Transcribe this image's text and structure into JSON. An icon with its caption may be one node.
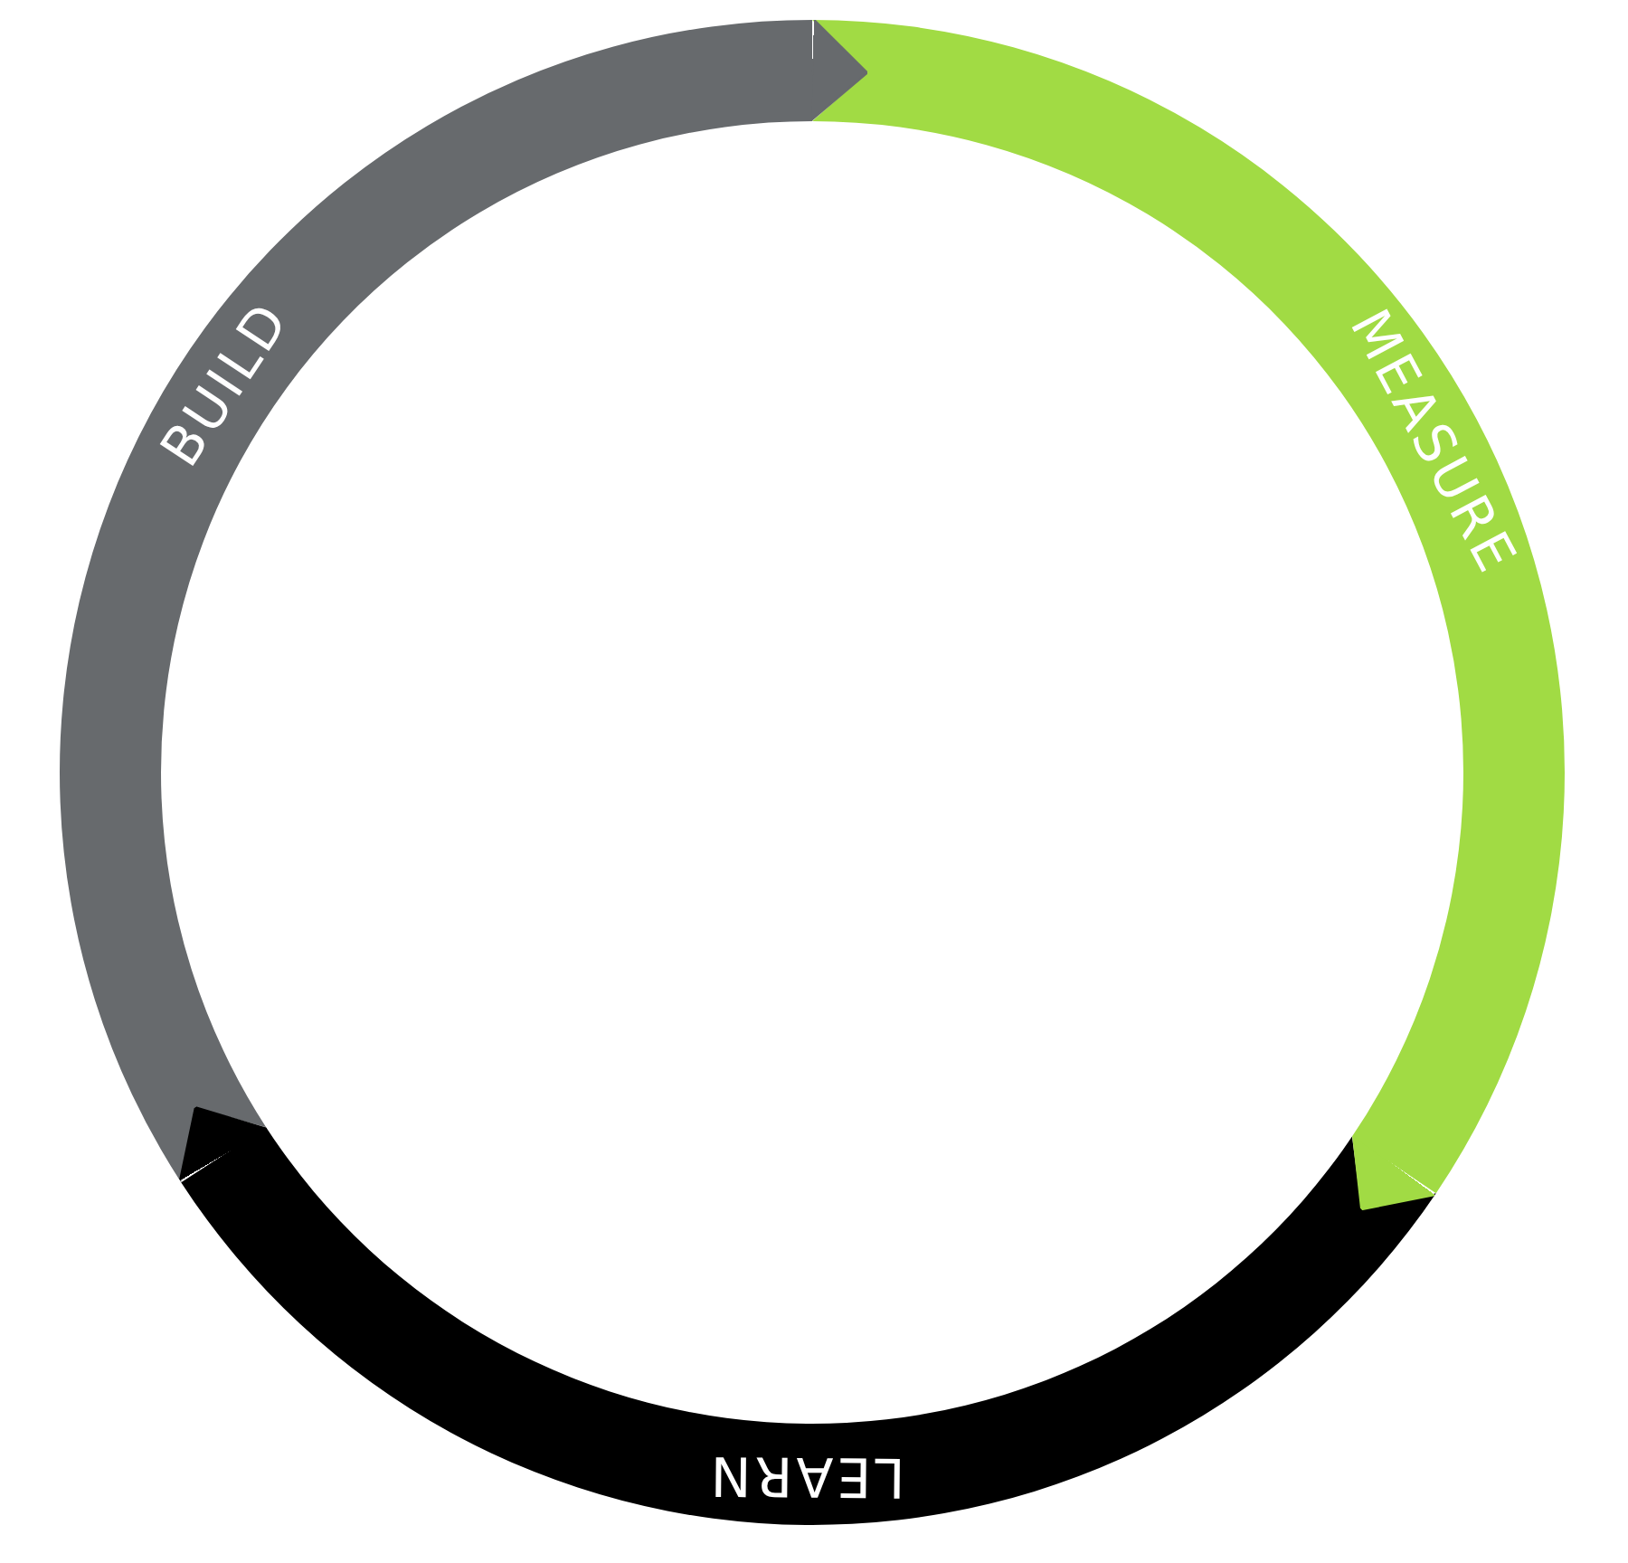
{
  "diagram": {
    "nodes": [
      {
        "text": [
          "BUILD"
        ]
      },
      {
        "text": [
          "MEASURE"
        ]
      },
      {
        "text": [
          "LEARN"
        ]
      }
    ],
    "edges": [
      {
        "from": 0,
        "to": 1,
        "arrow": "to",
        "color": "#676a6d"
      },
      {
        "from": 1,
        "to": 2,
        "arrow": "to",
        "color": "#a1db44"
      },
      {
        "from": 2,
        "to": 0,
        "arrow": "to",
        "color": "#000000"
      }
    ]
  }
}
